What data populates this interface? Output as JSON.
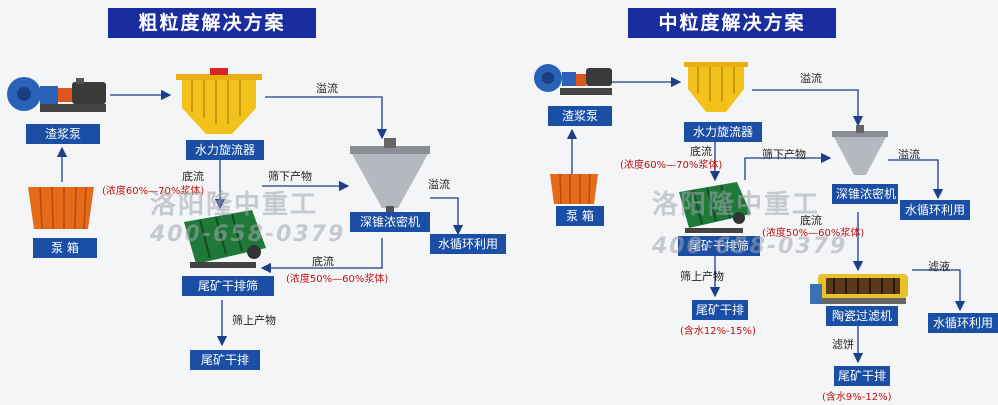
{
  "left": {
    "title": "粗粒度解决方案",
    "pump_label": "渣浆泵",
    "hydrocyclone_label": "水力旋流器",
    "tank_label": "泵 箱",
    "thickener_label": "深锥浓密机",
    "screen_label": "尾矿干排筛",
    "water_label": "水循环利用",
    "dry_label": "尾矿干排",
    "overflow1": "溢流",
    "overflow2": "溢流",
    "underflow1": "底流",
    "underflow1_conc": "(浓度60%—70%浆体)",
    "screen_under": "筛下产物",
    "underflow2": "底流",
    "underflow2_conc": "(浓度50%—60%浆体)",
    "screen_over": "筛上产物"
  },
  "right": {
    "title": "中粒度解决方案",
    "pump_label": "渣浆泵",
    "hydrocyclone_label": "水力旋流器",
    "tank_label": "泵 箱",
    "thickener_label": "深锥浓密机",
    "screen_label": "尾矿干排筛",
    "water1_label": "水循环利用",
    "filter_label": "陶瓷过滤机",
    "water2_label": "水循环利用",
    "dry1_label": "尾矿干排",
    "dry1_moisture": "(含水12%-15%)",
    "dry2_label": "尾矿干排",
    "dry2_moisture": "(含水9%-12%)",
    "overflow1": "溢流",
    "overflow2": "溢流",
    "underflow1": "底流",
    "underflow1_conc": "(浓度60%—70%浆体)",
    "screen_under": "筛下产物",
    "underflow2": "底流",
    "underflow2_conc": "(浓度50%—60%浆体)",
    "screen_over": "筛上产物",
    "filtrate": "滤液",
    "filter_cake": "滤饼"
  },
  "watermark": {
    "brand": "洛阳隆中重工",
    "phone": "400-658-0379"
  },
  "colors": {
    "title_bg": "#1a2d9e",
    "label_bg": "#1b4fa6",
    "arrow": "#1d3f8a",
    "red_note": "#c01010",
    "pump_blue": "#2a62b8",
    "cyclone_yellow": "#f2c21b",
    "screen_green": "#1f7a3a",
    "tank_orange": "#e56a1a",
    "filter_yellow": "#e8c22a"
  }
}
